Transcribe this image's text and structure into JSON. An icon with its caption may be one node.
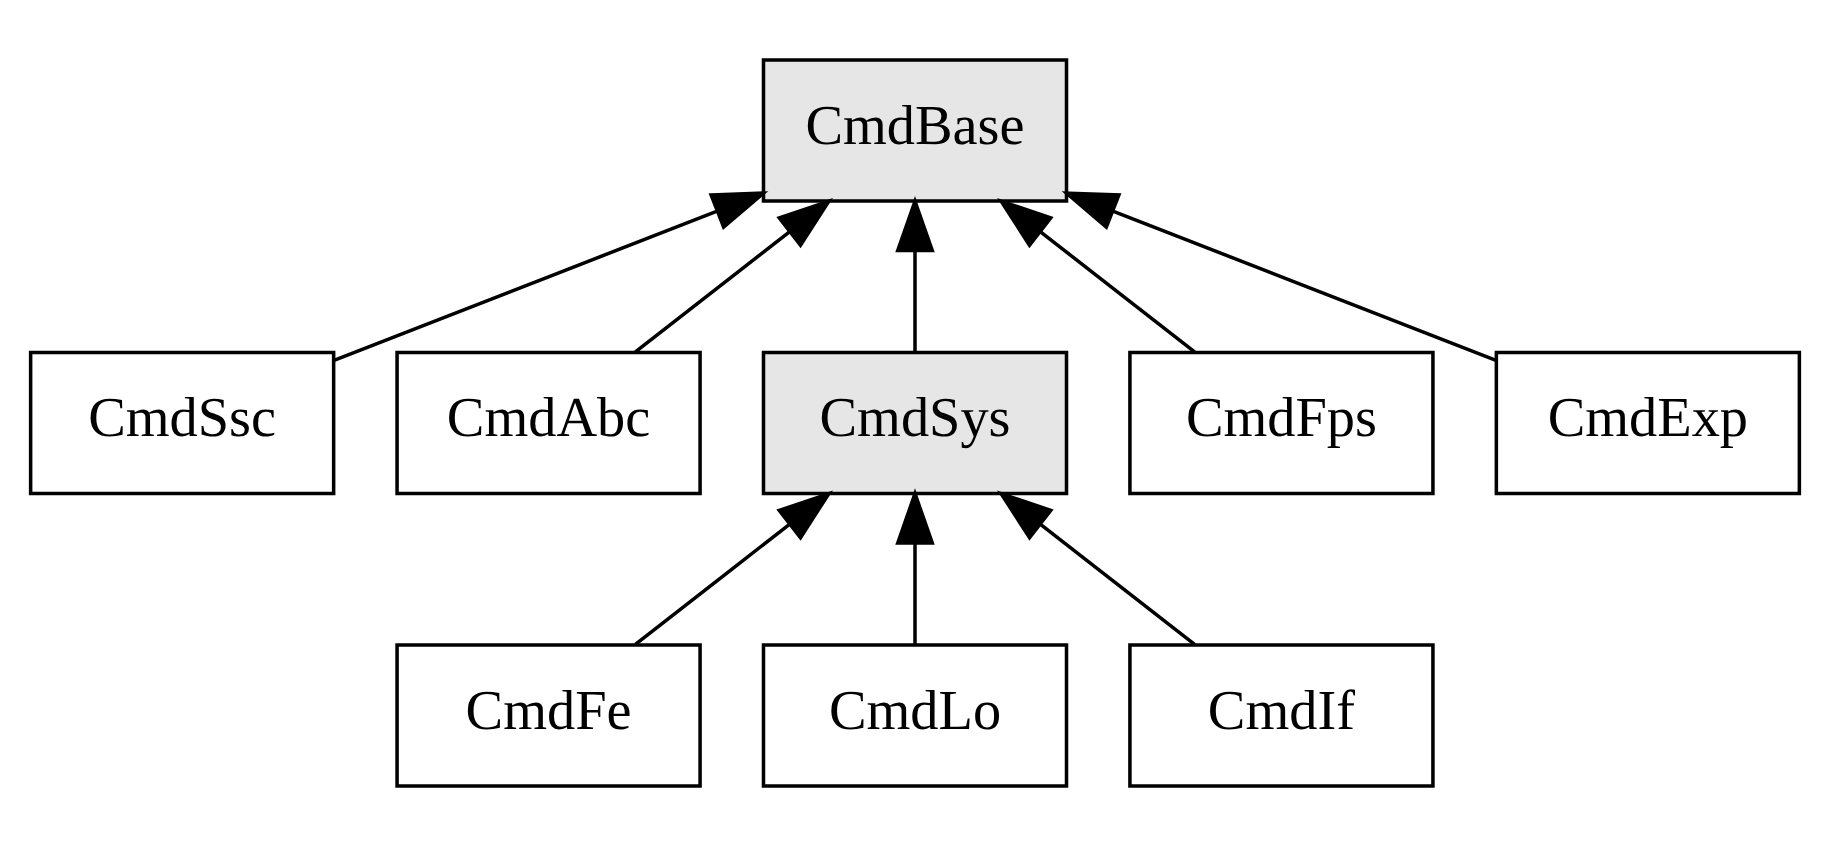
{
  "diagram": {
    "nodes": [
      {
        "text": [
          "CmdBase"
        ]
      },
      {
        "text": [
          "CmdSsc"
        ]
      },
      {
        "text": [
          "CmdAbc"
        ]
      },
      {
        "text": [
          "CmdSys"
        ]
      },
      {
        "text": [
          "CmdFps"
        ]
      },
      {
        "text": [
          "CmdExp"
        ]
      },
      {
        "text": [
          "CmdFe"
        ]
      },
      {
        "text": [
          "CmdLo"
        ]
      },
      {
        "text": [
          "CmdIf"
        ]
      }
    ],
    "edges": [
      {
        "from": 1,
        "to": 0,
        "arrow": "to"
      },
      {
        "from": 2,
        "to": 0,
        "arrow": "to"
      },
      {
        "from": 3,
        "to": 0,
        "arrow": "to"
      },
      {
        "from": 4,
        "to": 0,
        "arrow": "to"
      },
      {
        "from": 5,
        "to": 0,
        "arrow": "to"
      },
      {
        "from": 6,
        "to": 3,
        "arrow": "to"
      },
      {
        "from": 7,
        "to": 3,
        "arrow": "to"
      },
      {
        "from": 8,
        "to": 3,
        "arrow": "to"
      }
    ]
  }
}
